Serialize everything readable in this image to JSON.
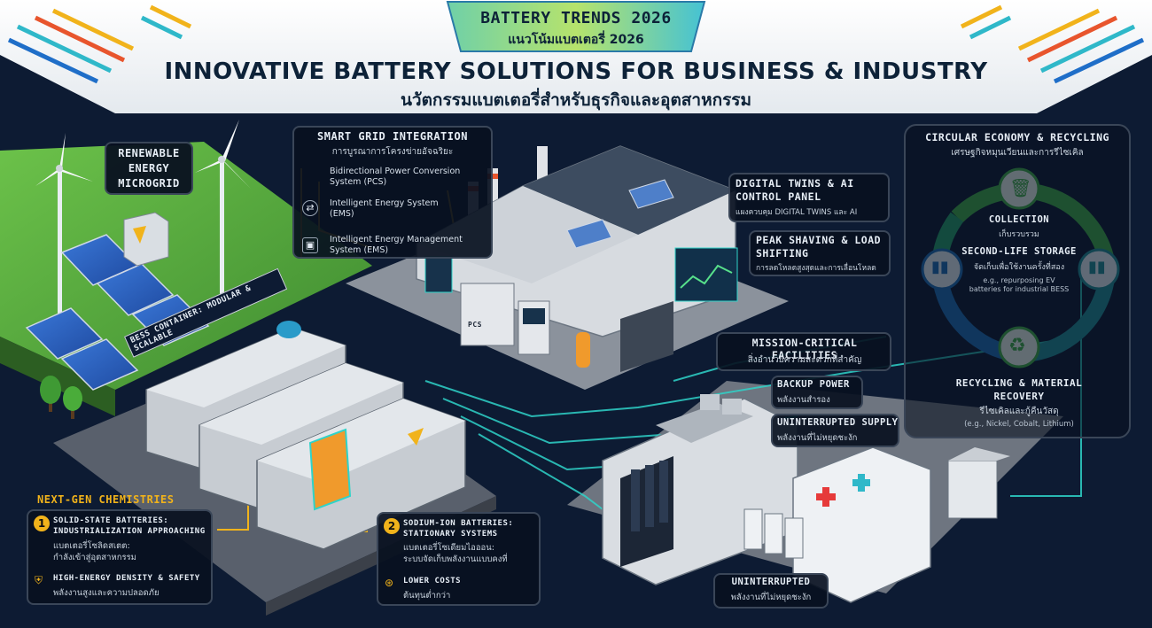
{
  "header": {
    "badge_line1": "BATTERY TRENDS 2026",
    "badge_line2": "แนวโน้มแบตเตอรี่ 2026",
    "title": "INNOVATIVE BATTERY SOLUTIONS FOR BUSINESS & INDUSTRY",
    "subtitle": "นวัตกรรมแบตเตอรี่สำหรับธุรกิจและอุตสาหกรรม"
  },
  "renewable": {
    "label": "RENEWABLE ENERGY MICROGRID"
  },
  "bess": {
    "label": "BESS CONTAINER: MODULAR & SCALABLE"
  },
  "smart_grid": {
    "title": "SMART GRID INTEGRATION",
    "title_th": "การบูรณาการโครงข่ายอัจฉริยะ",
    "items": [
      "Bidirectional Power Conversion System (PCS)",
      "Intelligent Energy System (EMS)",
      "Intelligent Energy Management System (EMS)"
    ],
    "pcs_label": "PCS"
  },
  "digital_twins": {
    "title": "DIGITAL TWINS & AI CONTROL PANEL",
    "subtitle": "แผงควบคุม DIGITAL TWINS และ AI"
  },
  "peak": {
    "title": "PEAK SHAVING & LOAD SHIFTING",
    "subtitle": "การลดโหลดสูงสุดและการเลื่อนโหลด"
  },
  "mission": {
    "title": "MISSION-CRITICAL FACILITIES",
    "subtitle": "สิ่งอำนวยความสะดวกที่สำคัญ",
    "backup_title": "BACKUP POWER",
    "backup_sub": "พลังงานสำรอง",
    "ups_title": "UNINTERRUPTED SUPPLY",
    "ups_sub": "พลังงานที่ไม่หยุดชะงัก",
    "bottom_title": "UNINTERRUPTED",
    "bottom_sub": "พลังงานที่ไม่หยุดชะงัก"
  },
  "circular": {
    "title": "CIRCULAR ECONOMY & RECYCLING",
    "subtitle": "เศรษฐกิจหมุนเวียนและการรีไซเคิล",
    "collection": "COLLECTION",
    "collection_th": "เก็บรวบรวม",
    "second_life": "SECOND-LIFE STORAGE",
    "second_life_th": "จัดเก็บเพื่อใช้งานครั้งที่สอง",
    "second_life_eg": "e.g., repurposing EV batteries for industrial BESS",
    "recycling": "RECYCLING & MATERIAL RECOVERY",
    "recycling_th": "รีไซเคิลและกู้คืนวัสดุ",
    "recycling_eg": "(e.g., Nickel, Cobalt, Lithium)"
  },
  "nextgen": {
    "heading": "NEXT-GEN CHEMISTRIES",
    "item1_num": "1",
    "item1_title": "SOLID-STATE BATTERIES: INDUSTRIALIZATION APPROACHING",
    "item1_th1": "แบตเตอรี่โซลิดสเตต:",
    "item1_th2": "กำลังเข้าสู่อุตสาหกรรม",
    "item1b_title": "HIGH-ENERGY DENSITY & SAFETY",
    "item1b_th": "พลังงานสูงและความปลอดภัย",
    "item2_num": "2",
    "item2_title": "SODIUM-ION BATTERIES: STATIONARY SYSTEMS",
    "item2_th1": "แบตเตอรี่โซเดียมไอออน:",
    "item2_th2": "ระบบจัดเก็บพลังงานแบบคงที่",
    "item2b_title": "LOWER COSTS",
    "item2b_th": "ต้นทุนต่ำกว่า"
  },
  "colors": {
    "background": "#0d1b33",
    "accent_cyan": "#2fd3c9",
    "accent_yellow": "#f1b31b",
    "grass": "#5aa63c",
    "circle_blue": "#1c6fb8",
    "circle_green": "#3fae4a"
  }
}
